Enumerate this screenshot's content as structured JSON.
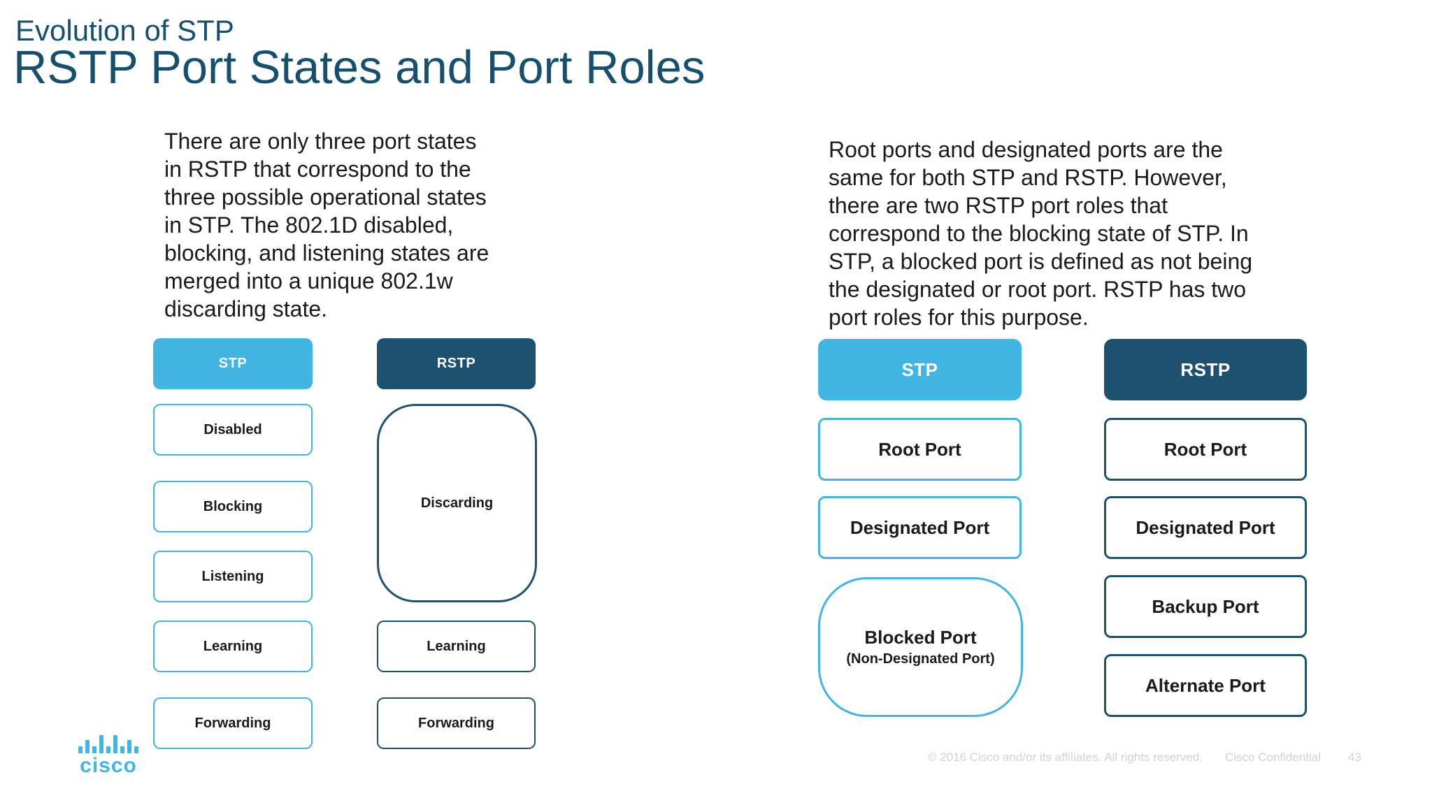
{
  "slide": {
    "pretitle": "Evolution of STP",
    "title": "RSTP Port States and Port Roles"
  },
  "left_section": {
    "paragraph": "There are only three port states\nin RSTP that correspond to the\nthree possible operational states\nin STP. The 802.1D disabled,\nblocking, and listening states are\nmerged into a unique 802.1w\ndiscarding state.",
    "stp_header": "STP",
    "rstp_header": "RSTP",
    "stp_states": [
      "Disabled",
      "Blocking",
      "Listening",
      "Learning",
      "Forwarding"
    ],
    "rstp_states": [
      "Discarding",
      "Learning",
      "Forwarding"
    ]
  },
  "right_section": {
    "paragraph": "Root ports and designated ports are the\nsame for both STP and RSTP. However,\nthere are two RSTP port roles that\ncorrespond to the blocking state of STP. In\nSTP, a blocked port is defined as not being\nthe designated or root port. RSTP has two\nport roles for this purpose.",
    "stp_header": "STP",
    "rstp_header": "RSTP",
    "stp_roles": [
      "Root Port",
      "Designated Port"
    ],
    "blocked_port": {
      "title": "Blocked Port",
      "subtitle": "(Non-Designated Port)"
    },
    "rstp_roles": [
      "Root Port",
      "Designated Port",
      "Backup Port",
      "Alternate Port"
    ]
  },
  "footer": {
    "logo_text": "cisco",
    "copyright": "© 2016  Cisco and/or its affiliates. All rights reserved.",
    "confidential": "Cisco Confidential",
    "page_number": "43"
  },
  "colors": {
    "light_blue": "#41b6e3",
    "dark_blue": "#1c5270",
    "title_color": "#15506e",
    "text_color": "#1a1a1a",
    "footer_gray": "#d2d2d2"
  }
}
